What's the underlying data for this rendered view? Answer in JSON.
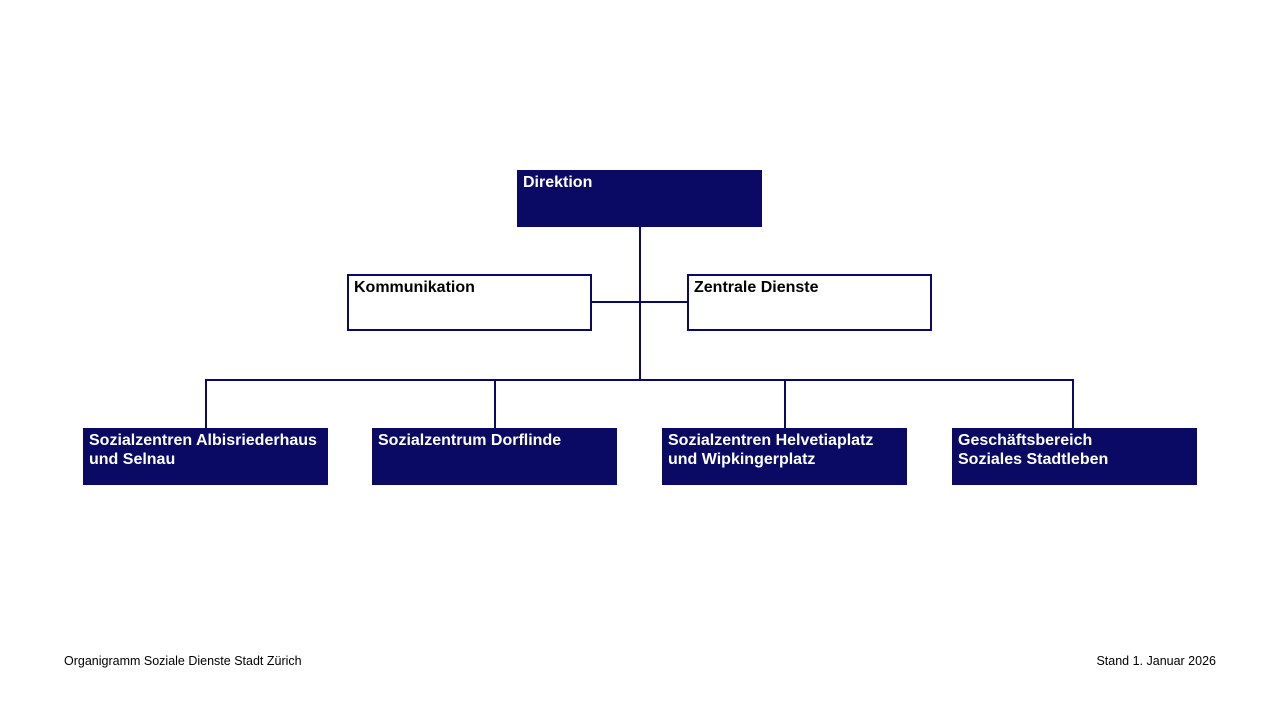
{
  "org_chart": {
    "root": {
      "label": "Direktion"
    },
    "staff": [
      {
        "label": "Kommunikation"
      },
      {
        "label": "Zentrale Dienste"
      }
    ],
    "units": [
      {
        "label": "Sozialzentren Albisriederhaus\nund Selnau"
      },
      {
        "label": "Sozialzentrum Dorflinde"
      },
      {
        "label": "Sozialzentren Helvetiaplatz\nund Wipkingerplatz"
      },
      {
        "label": "Geschäftsbereich\nSoziales Stadtleben"
      }
    ]
  },
  "footer": {
    "title": "Organigramm Soziale Dienste Stadt Zürich",
    "date": "Stand 1. Januar 2026"
  },
  "colors": {
    "box_fill": "#0a0a64",
    "box_text_on_fill": "#ffffff",
    "connector": "#0a0a64",
    "background": "#ffffff"
  }
}
